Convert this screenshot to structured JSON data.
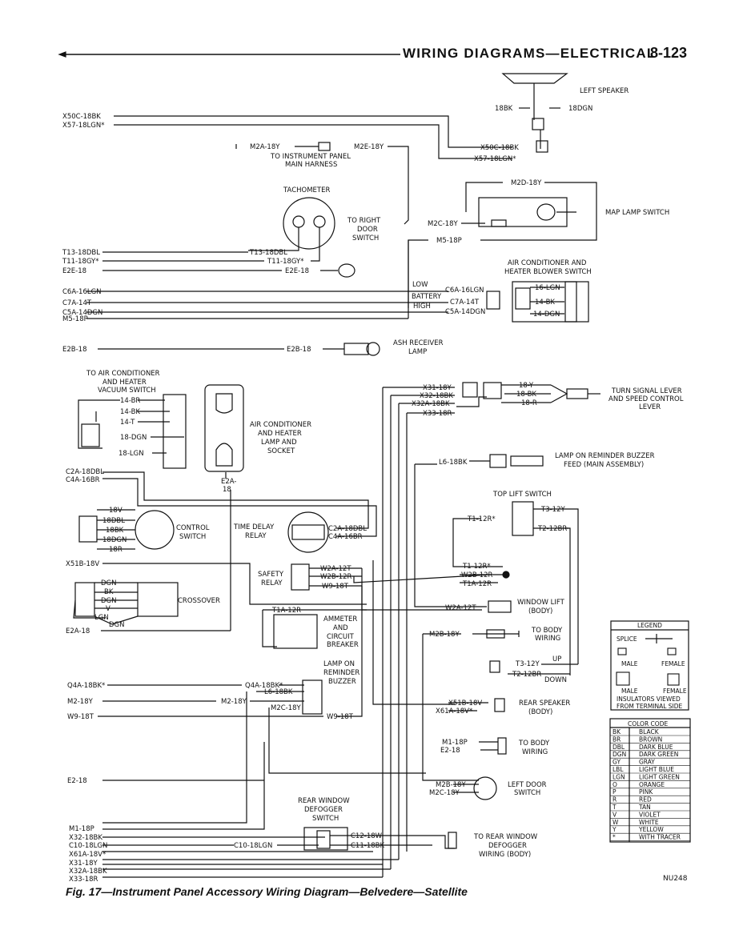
{
  "header": {
    "title": "WIRING DIAGRAMS—ELECTRICAL",
    "page_number": "8-123"
  },
  "caption": "Fig. 17—Instrument Panel Accessory Wiring Diagram—Belvedere—Satellite",
  "figure_code": "NU248",
  "labels": {
    "left_speaker": "LEFT SPEAKER",
    "to_instrument_panel": "TO INSTRUMENT PANEL",
    "main_harness": "MAIN HARNESS",
    "tachometer": "TACHOMETER",
    "to_right": "TO RIGHT",
    "door": "DOOR",
    "switch": "SWITCH",
    "map_lamp_switch": "MAP LAMP SWITCH",
    "ac_heater_blower_1": "AIR CONDITIONER AND",
    "ac_heater_blower_2": "HEATER BLOWER SWITCH",
    "low": "LOW",
    "battery": "BATTERY",
    "high": "HIGH",
    "ash_receiver": "ASH RECEIVER",
    "lamp": "LAMP",
    "to_ac_heater_1": "TO AIR CONDITIONER",
    "to_ac_heater_2": "AND HEATER",
    "to_ac_heater_3": "VACUUM SWITCH",
    "ac_lamp_1": "AIR CONDITIONER",
    "ac_lamp_2": "AND HEATER",
    "ac_lamp_3": "LAMP AND",
    "ac_lamp_4": "SOCKET",
    "turn_signal_1": "TURN SIGNAL LEVER",
    "turn_signal_2": "AND SPEED CONTROL",
    "turn_signal_3": "LEVER",
    "lamp_on_buzzer_1": "LAMP ON REMINDER BUZZER",
    "lamp_on_buzzer_2": "FEED (MAIN ASSEMBLY)",
    "top_lift_switch": "TOP LIFT SWITCH",
    "control": "CONTROL",
    "time_delay": "TIME DELAY",
    "relay": "RELAY",
    "safety": "SAFETY",
    "crossover": "CROSSOVER",
    "window_lift": "WINDOW LIFT",
    "body": "(BODY)",
    "ammeter": "AMMETER",
    "and": "AND",
    "circuit": "CIRCUIT",
    "breaker": "BREAKER",
    "to_body": "TO BODY",
    "wiring": "WIRING",
    "up": "UP",
    "down": "DOWN",
    "lamp_on": "LAMP ON",
    "reminder": "REMINDER",
    "buzzer": "BUZZER",
    "rear_speaker": "REAR SPEAKER",
    "left_door": "LEFT DOOR",
    "rear_window": "REAR WINDOW",
    "defogger": "DEFOGGER",
    "to_rear_window": "TO REAR WINDOW",
    "defogger_wiring": "WIRING (BODY)"
  },
  "wires": {
    "x50c": "X50C-18BK",
    "x57": "X57-18LGN*",
    "bk18": "18BK",
    "dgn18": "18DGN",
    "m2a": "M2A-18Y",
    "m2e": "M2E-18Y",
    "m2d": "M2D-18Y",
    "m2c": "M2C-18Y",
    "m5": "M5-18P",
    "t13": "T13-18DBL",
    "t11": "T11-18GY*",
    "e2e": "E2E-18",
    "c6a": "C6A-16LGN",
    "c7a": "C7A-14T",
    "c5a": "C5A-14DGN",
    "lgn16": "16-LGN",
    "bk14": "14-BK",
    "dgn14": "14-DGN",
    "e2b": "E2B-18",
    "x31": "X31-18Y",
    "x32": "X32-18BK",
    "x32a": "X32A-18BK",
    "x33": "X33-18R",
    "y18": "18-Y",
    "bk18b": "18-BK",
    "r18": "18-R",
    "br14": "14-BR",
    "bk14b": "14-BK",
    "t14": "14-T",
    "dgn18b": "18-DGN",
    "lgn18": "18-LGN",
    "l6": "L6-18BK",
    "t1": "T1-12R*",
    "t3": "T3-12Y",
    "t2": "T2-12BR",
    "c2a": "C2A-18DBL",
    "c4a": "C4A-16BR",
    "e2a": "E2A-",
    "e2a18": "18",
    "v18": "18V",
    "dbl18": "18DBL",
    "bk18c": "18BK",
    "dgn18c": "18DGN",
    "br18": "18R",
    "x51b": "X51B-18V",
    "w2a": "W2A-12T",
    "w2b": "W2B-12R",
    "w9": "W9-18T",
    "t1a": "T1A-12R",
    "dgn": "DGN",
    "bk": "BK",
    "v": "V",
    "lgn": "LGN",
    "e2a_full": "E2A-18",
    "q4a": "Q4A-18BK*",
    "m2": "M2-18Y",
    "m2b": "M2B-18Y",
    "x61a": "X61A-18V*",
    "m1": "M1-18P",
    "e2": "E2-18",
    "c10": "C10-18LGN",
    "c12": "C12-18W",
    "c11": "C11-18BK",
    "x61a_b": "X61A-18V*",
    "x32a_b": "X32A-18BK",
    "x33_b": "X33-18R",
    "x31_b": "X31-18Y",
    "x32_b": "X32-18BK"
  },
  "legend": {
    "title": "LEGEND",
    "splice": "SPLICE",
    "male": "MALE",
    "female": "FEMALE",
    "note1": "INSULATORS VIEWED",
    "note2": "FROM TERMINAL SIDE"
  },
  "color_code": {
    "title": "COLOR CODE",
    "rows": [
      {
        "code": "BK",
        "name": "BLACK"
      },
      {
        "code": "BR",
        "name": "BROWN"
      },
      {
        "code": "DBL",
        "name": "DARK BLUE"
      },
      {
        "code": "DGN",
        "name": "DARK GREEN"
      },
      {
        "code": "GY",
        "name": "GRAY"
      },
      {
        "code": "LBL",
        "name": "LIGHT BLUE"
      },
      {
        "code": "LGN",
        "name": "LIGHT GREEN"
      },
      {
        "code": "O",
        "name": "ORANGE"
      },
      {
        "code": "P",
        "name": "PINK"
      },
      {
        "code": "R",
        "name": "RED"
      },
      {
        "code": "T",
        "name": "TAN"
      },
      {
        "code": "V",
        "name": "VIOLET"
      },
      {
        "code": "W",
        "name": "WHITE"
      },
      {
        "code": "Y",
        "name": "YELLOW"
      },
      {
        "code": "*",
        "name": "WITH TRACER"
      }
    ]
  }
}
